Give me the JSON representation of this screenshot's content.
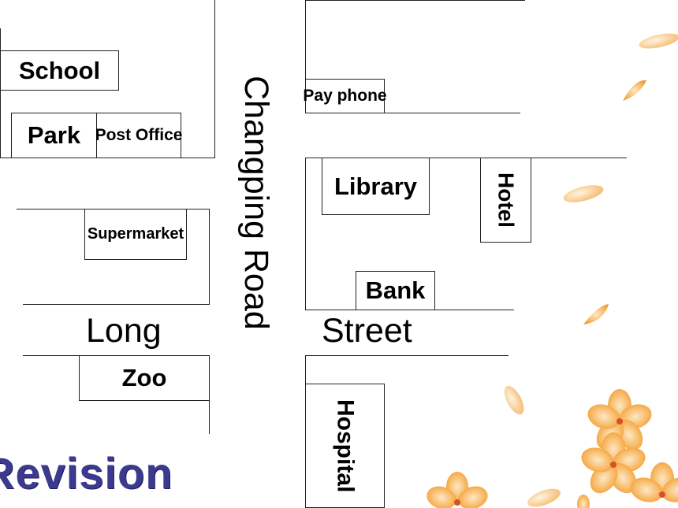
{
  "map": {
    "road_vertical": "Changping Road",
    "road_horizontal_left": "Long",
    "road_horizontal_right": "Street",
    "places": {
      "school": "School",
      "park": "Park",
      "post_office": "Post Office",
      "pay_phone": "Pay phone",
      "library": "Library",
      "hotel": "Hotel",
      "supermarket": "Supermarket",
      "bank": "Bank",
      "zoo": "Zoo",
      "hospital": "Hospital"
    }
  },
  "slide": {
    "heading": "Revision",
    "heading_color": "#3b3a8f",
    "petal_color": "#f7b45a"
  }
}
